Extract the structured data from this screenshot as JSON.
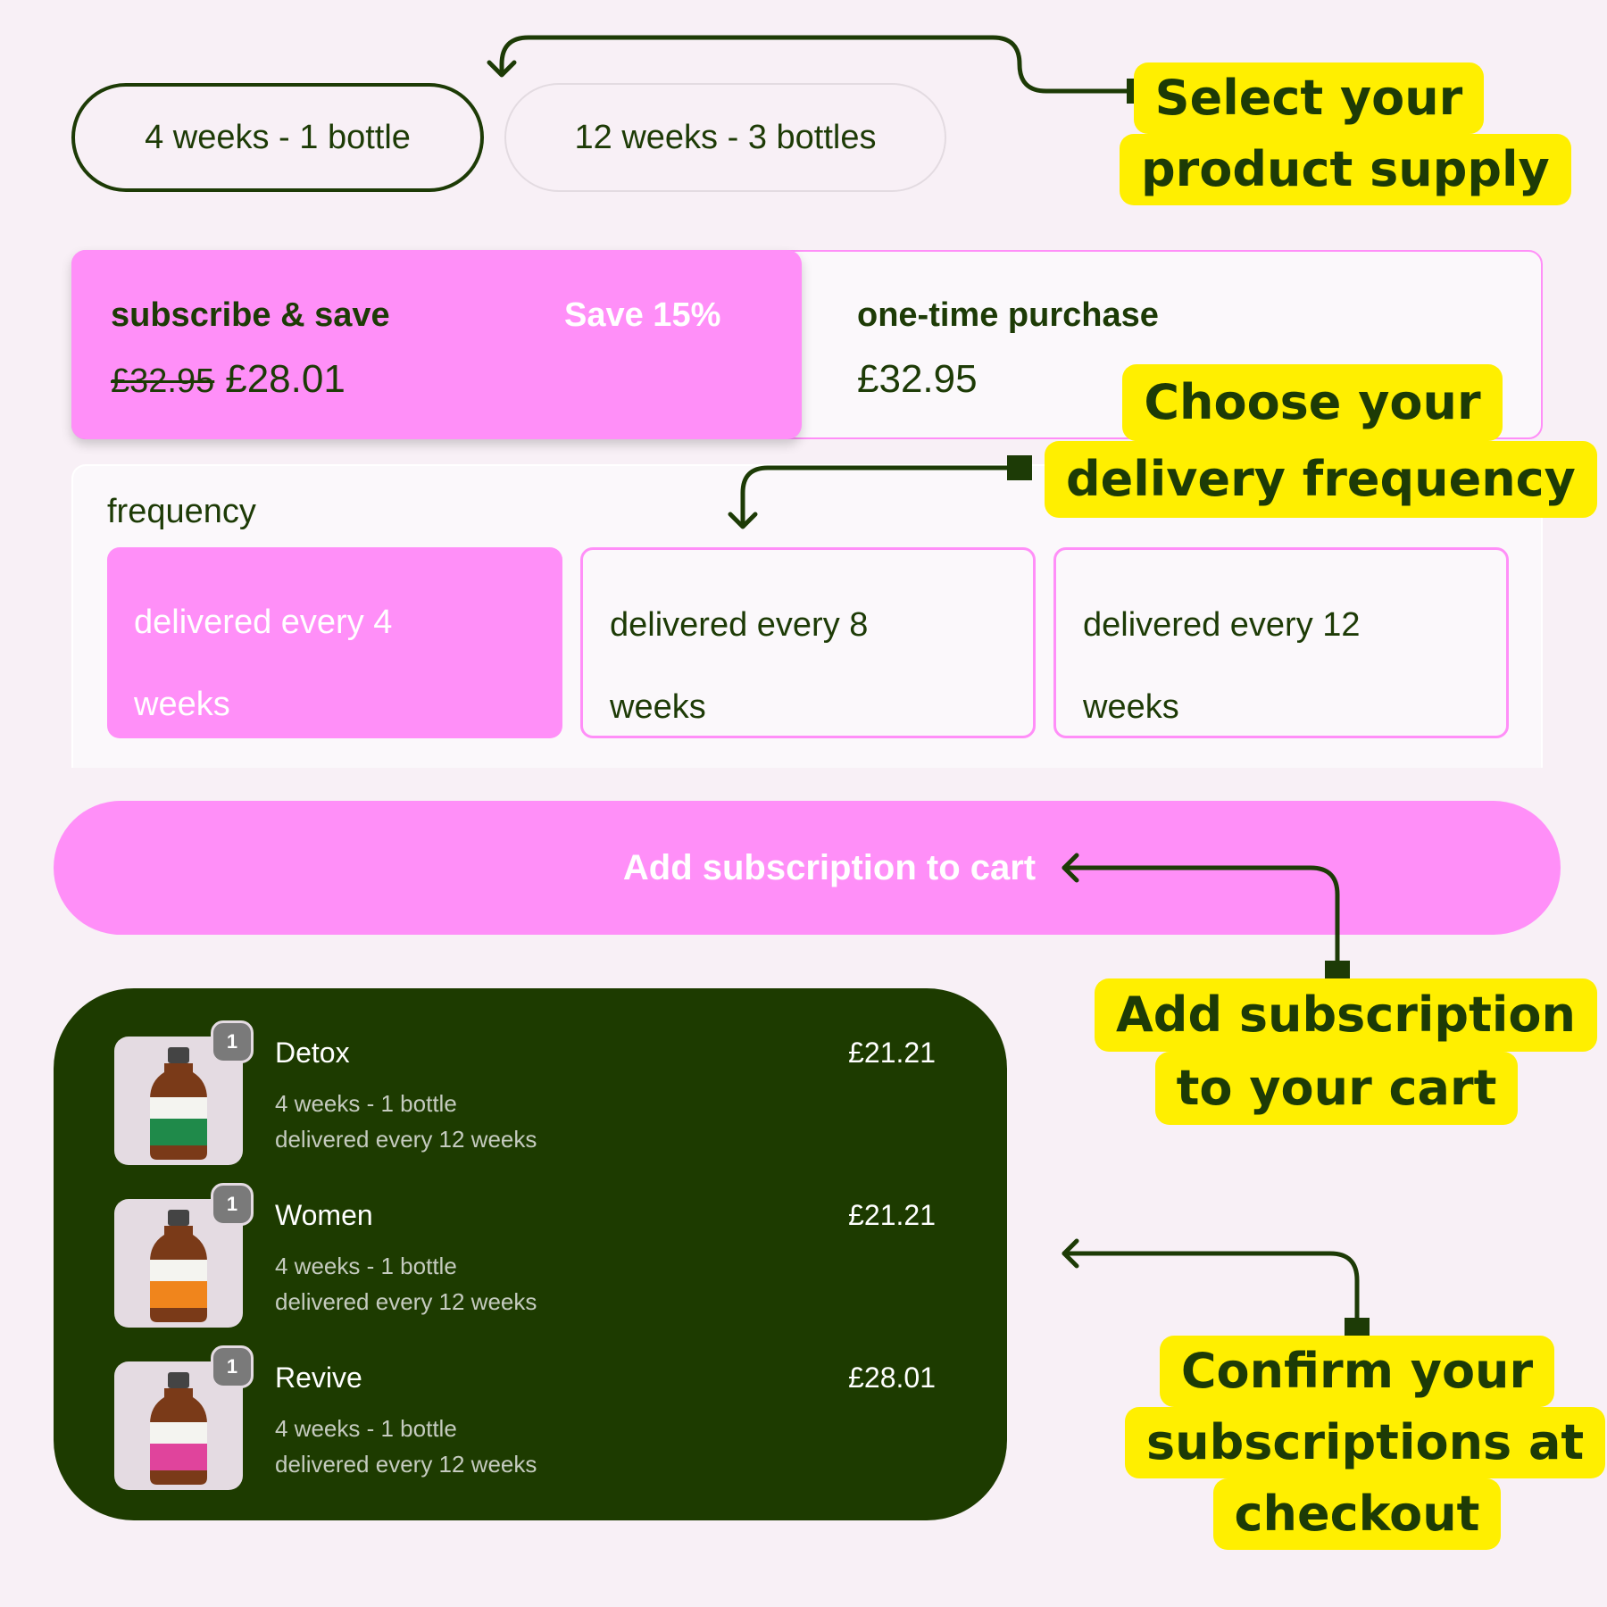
{
  "supply_options": [
    {
      "label": "4 weeks - 1 bottle",
      "selected": true
    },
    {
      "label": "12 weeks - 3 bottles",
      "selected": false
    }
  ],
  "purchase": {
    "subscribe": {
      "title": "subscribe & save",
      "save_label": "Save 15%",
      "old_price": "£32.95",
      "price": "£28.01",
      "selected": true
    },
    "one_time": {
      "title": "one-time purchase",
      "price": "£32.95",
      "selected": false
    }
  },
  "frequency": {
    "label": "frequency",
    "options": [
      {
        "line1": "delivered every 4",
        "line2": "weeks",
        "selected": true
      },
      {
        "line1": "delivered every 8",
        "line2": "weeks",
        "selected": false
      },
      {
        "line1": "delivered every 12",
        "line2": "weeks",
        "selected": false
      }
    ]
  },
  "add_button_label": "Add subscription to cart",
  "cart": {
    "items": [
      {
        "name": "Detox",
        "price": "£21.21",
        "qty": "1",
        "supply": "4 weeks - 1 bottle",
        "frequency": "delivered every 12 weeks",
        "label_color": "#1f8a4a"
      },
      {
        "name": "Women",
        "price": "£21.21",
        "qty": "1",
        "supply": "4 weeks - 1 bottle",
        "frequency": "delivered every 12 weeks",
        "label_color": "#f0851c"
      },
      {
        "name": "Revive",
        "price": "£28.01",
        "qty": "1",
        "supply": "4 weeks - 1 bottle",
        "frequency": "delivered every 12 weeks",
        "label_color": "#e0449c"
      }
    ]
  },
  "annotations": {
    "supply": [
      "Select your",
      "product supply"
    ],
    "frequency": [
      "Choose your",
      "delivery frequency"
    ],
    "cart": [
      "Add subscription",
      "to your cart"
    ],
    "checkout": [
      "Confirm your",
      "subscriptions at",
      "checkout"
    ]
  },
  "colors": {
    "brand_green": "#1d3b06",
    "pink": "#ff8ff8",
    "highlight_yellow": "#ffef00",
    "background": "#f8f0f6"
  }
}
